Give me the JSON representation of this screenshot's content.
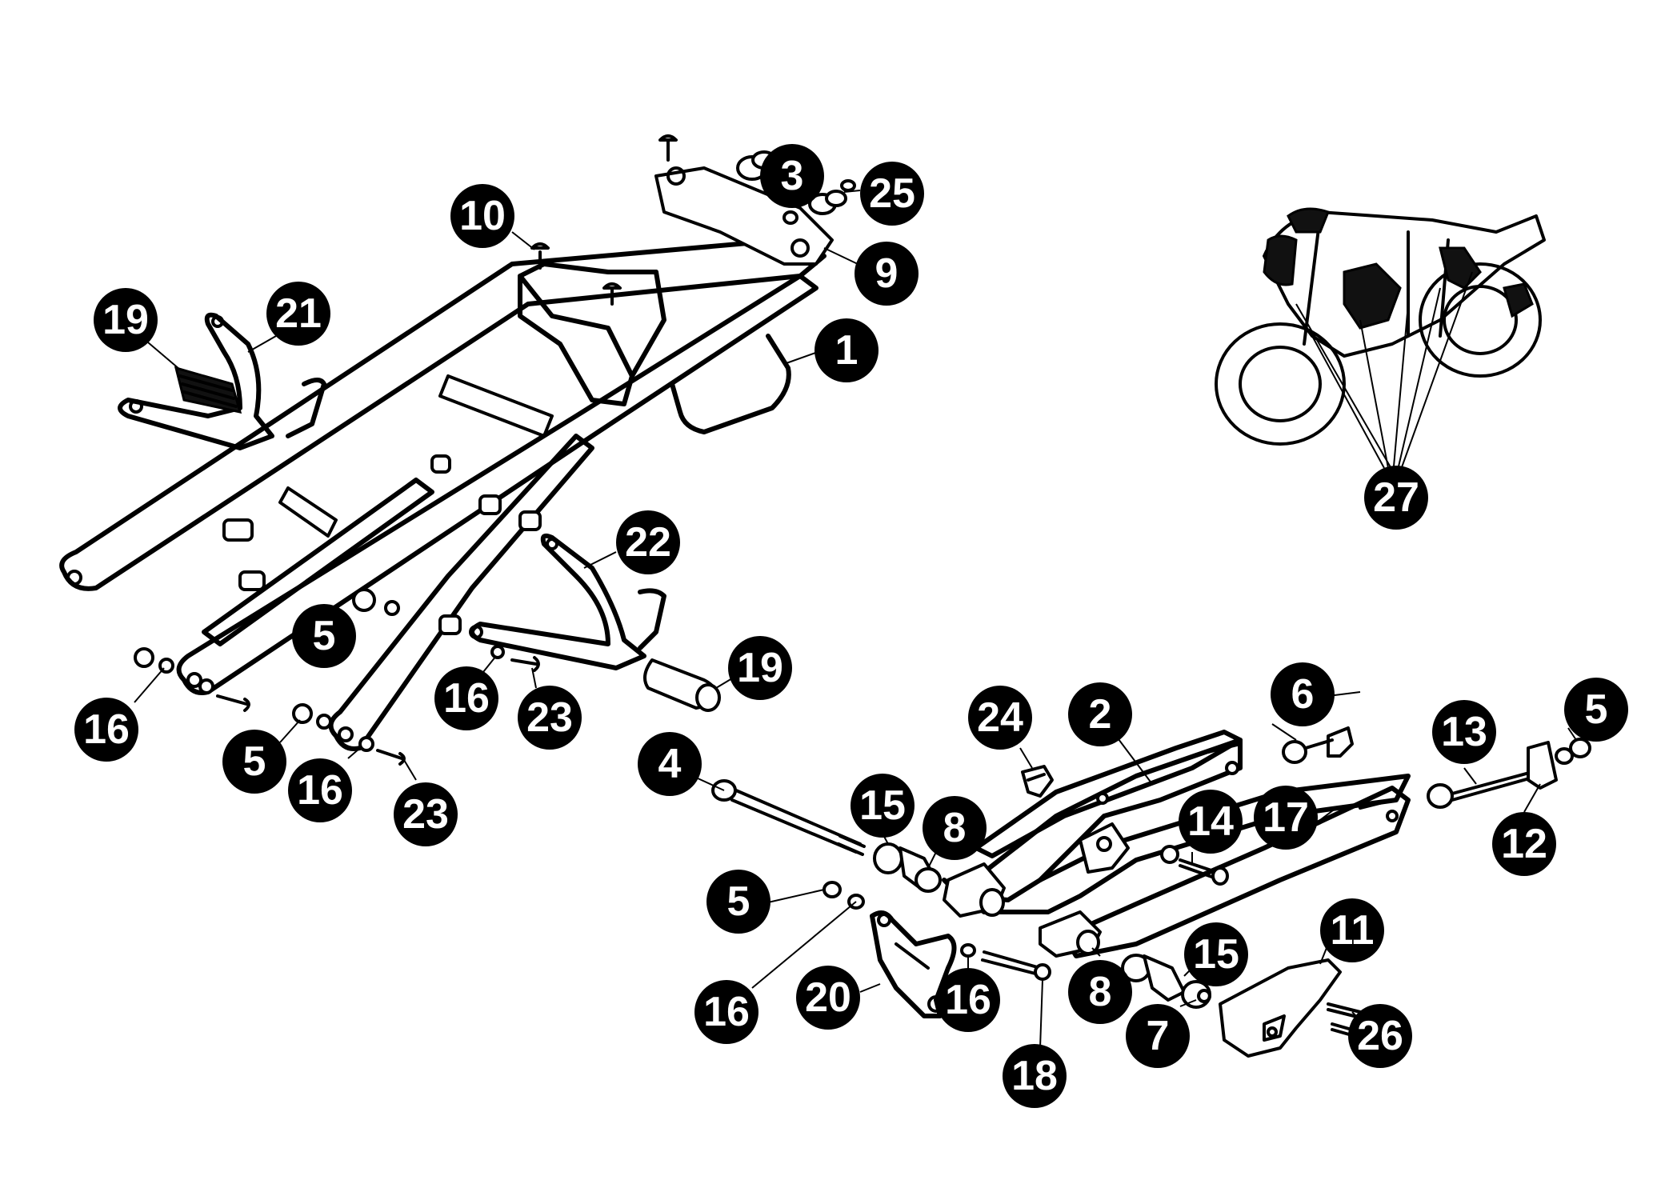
{
  "diagram": {
    "colors": {
      "background": "#ffffff",
      "callout_fill": "#000000",
      "callout_text": "#ffffff",
      "line": "#000000"
    },
    "callouts": [
      {
        "id": "c1",
        "label": "1"
      },
      {
        "id": "c2",
        "label": "2"
      },
      {
        "id": "c3",
        "label": "3"
      },
      {
        "id": "c4",
        "label": "4"
      },
      {
        "id": "c5a",
        "label": "5"
      },
      {
        "id": "c5b",
        "label": "5"
      },
      {
        "id": "c5c",
        "label": "5"
      },
      {
        "id": "c5d",
        "label": "5"
      },
      {
        "id": "c6",
        "label": "6"
      },
      {
        "id": "c7",
        "label": "7"
      },
      {
        "id": "c8a",
        "label": "8"
      },
      {
        "id": "c8b",
        "label": "8"
      },
      {
        "id": "c9",
        "label": "9"
      },
      {
        "id": "c10",
        "label": "10"
      },
      {
        "id": "c11",
        "label": "11"
      },
      {
        "id": "c12",
        "label": "12"
      },
      {
        "id": "c13",
        "label": "13"
      },
      {
        "id": "c14",
        "label": "14"
      },
      {
        "id": "c15a",
        "label": "15"
      },
      {
        "id": "c15b",
        "label": "15"
      },
      {
        "id": "c16a",
        "label": "16"
      },
      {
        "id": "c16b",
        "label": "16"
      },
      {
        "id": "c16c",
        "label": "16"
      },
      {
        "id": "c16d",
        "label": "16"
      },
      {
        "id": "c16e",
        "label": "16"
      },
      {
        "id": "c17",
        "label": "17"
      },
      {
        "id": "c18",
        "label": "18"
      },
      {
        "id": "c19a",
        "label": "19"
      },
      {
        "id": "c19b",
        "label": "19"
      },
      {
        "id": "c20",
        "label": "20"
      },
      {
        "id": "c21",
        "label": "21"
      },
      {
        "id": "c22",
        "label": "22"
      },
      {
        "id": "c23a",
        "label": "23"
      },
      {
        "id": "c23b",
        "label": "23"
      },
      {
        "id": "c24",
        "label": "24"
      },
      {
        "id": "c25",
        "label": "25"
      },
      {
        "id": "c26",
        "label": "26"
      },
      {
        "id": "c27",
        "label": "27"
      }
    ]
  }
}
